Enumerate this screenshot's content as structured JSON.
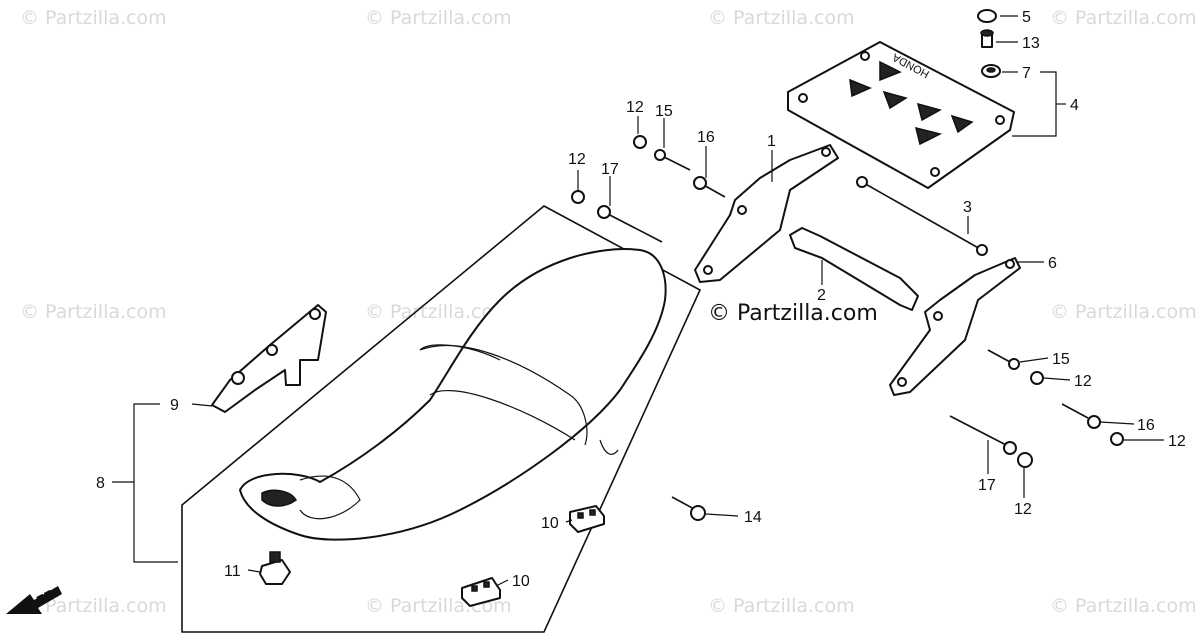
{
  "watermark_text": "© Partzilla.com",
  "center_watermark_text": "© Partzilla.com",
  "direction_label": "FR.",
  "callouts": [
    "1",
    "2",
    "3",
    "4",
    "5",
    "6",
    "7",
    "8",
    "9",
    "10",
    "10",
    "11",
    "12",
    "12",
    "12",
    "12",
    "12",
    "13",
    "14",
    "15",
    "15",
    "16",
    "16",
    "17",
    "17"
  ],
  "brand_text": "HONDA",
  "colors": {
    "line": "#111111",
    "watermark": "#d9d9d9",
    "background": "#ffffff"
  }
}
